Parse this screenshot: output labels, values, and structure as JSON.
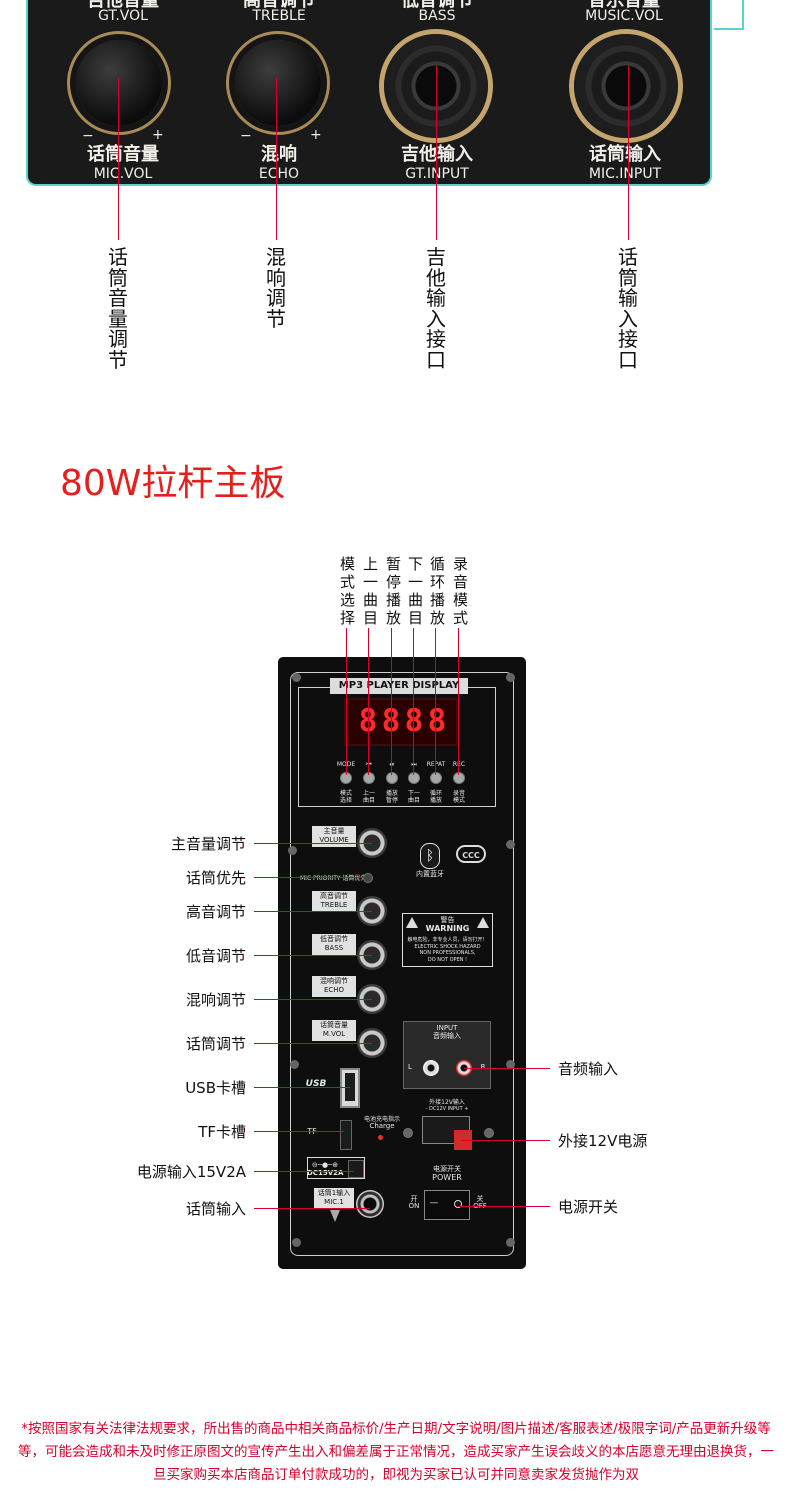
{
  "top_panel": {
    "labels_top_cn": [
      "吉他音量",
      "高音调节",
      "低音调节",
      "音乐音量"
    ],
    "labels_top_en": [
      "GT.VOL",
      "TREBLE",
      "BASS",
      "MUSIC.VOL"
    ],
    "labels_bottom_cn": [
      "话筒音量",
      "混响",
      "吉他输入",
      "话筒输入"
    ],
    "labels_bottom_en": [
      "MIC.VOL",
      "ECHO",
      "GT.INPUT",
      "MIC.INPUT"
    ],
    "minus": "−",
    "plus": "+"
  },
  "callouts_top": [
    "话筒音量调节",
    "混响调节",
    "吉他输入接口",
    "话筒输入接口"
  ],
  "section_title": "80W拉杆主板",
  "board": {
    "display_title": "MP3 PLAYER DISPLAY",
    "digits": [
      "8",
      "8",
      "8",
      "8"
    ],
    "button_en": [
      "MODE",
      "⏮",
      "⏯",
      "⏭",
      "REPAT",
      "REC"
    ],
    "button_cn": [
      [
        "模式",
        "选择"
      ],
      [
        "上一",
        "曲目"
      ],
      [
        "播放",
        "暂停"
      ],
      [
        "下一",
        "曲目"
      ],
      [
        "循环",
        "播放"
      ],
      [
        "录音",
        "模式"
      ]
    ],
    "knobs": [
      {
        "cn": "主音量",
        "en": "VOLUME"
      },
      {
        "cn": "高音调节",
        "en": "TREBLE"
      },
      {
        "cn": "低音调节",
        "en": "BASS"
      },
      {
        "cn": "混响调节",
        "en": "ECHO"
      },
      {
        "cn": "话筒音量",
        "en": "M.VOL"
      }
    ],
    "mic_priority": "MIC PRIORITY 话筒优先",
    "bluetooth_label": "内置蓝牙",
    "ccc": "CCC",
    "warning": {
      "title_cn": "警告",
      "title_en": "WARNING",
      "line1": "触电危险，非专业人员，请勿打开！",
      "line2": "ELECTRIC SHOCK HAZARD",
      "line3": "NON PROFESSIONALS,",
      "line4": "DO NOT OPEN !"
    },
    "input": {
      "en": "INPUT",
      "cn": "音频输入",
      "l": "L",
      "r": "R"
    },
    "usb": "USB",
    "tf": "TF",
    "charge_cn": "电池充电指示",
    "charge_en": "Charge",
    "dc12_cn": "外接12V输入",
    "dc12_en": "- DC12V INPUT +",
    "dc15": "DC15V2A",
    "mic1_cn": "话筒1输入",
    "mic1_en": "MIC.1",
    "power_cn": "电源开关",
    "power_en": "POWER",
    "on_cn": "开",
    "on_en": "ON",
    "off_cn": "关",
    "off_en": "OFF"
  },
  "callouts_board_top": [
    "模式选择",
    "上一曲目",
    "暂停播放",
    "下一曲目",
    "循环播放",
    "录音模式"
  ],
  "callouts_left": [
    "主音量调节",
    "话筒优先",
    "高音调节",
    "低音调节",
    "混响调节",
    "话筒调节",
    "USB卡槽",
    "TF卡槽",
    "电源输入15V2A",
    "话筒输入"
  ],
  "callouts_right": [
    "音频输入",
    "外接12V电源",
    "电源开关"
  ],
  "disclaimer": "*按照国家有关法律法规要求，所出售的商品中相关商品标价/生产日期/文字说明/图片描述/客服表述/极限字词/产品更新升级等等，可能会造成和未及时修正原图文的宣传产生出入和偏差属于正常情况，造成买家产生误会歧义的本店愿意无理由退换货，一旦买家购买本店商品订单付款成功的，即视为买家已认可并同意卖家发货抛作为双",
  "colors": {
    "accent_red": "#d6002b",
    "title_red": "#e4201f",
    "panel_border": "#57d3c9",
    "gold": "#c4a56e"
  }
}
